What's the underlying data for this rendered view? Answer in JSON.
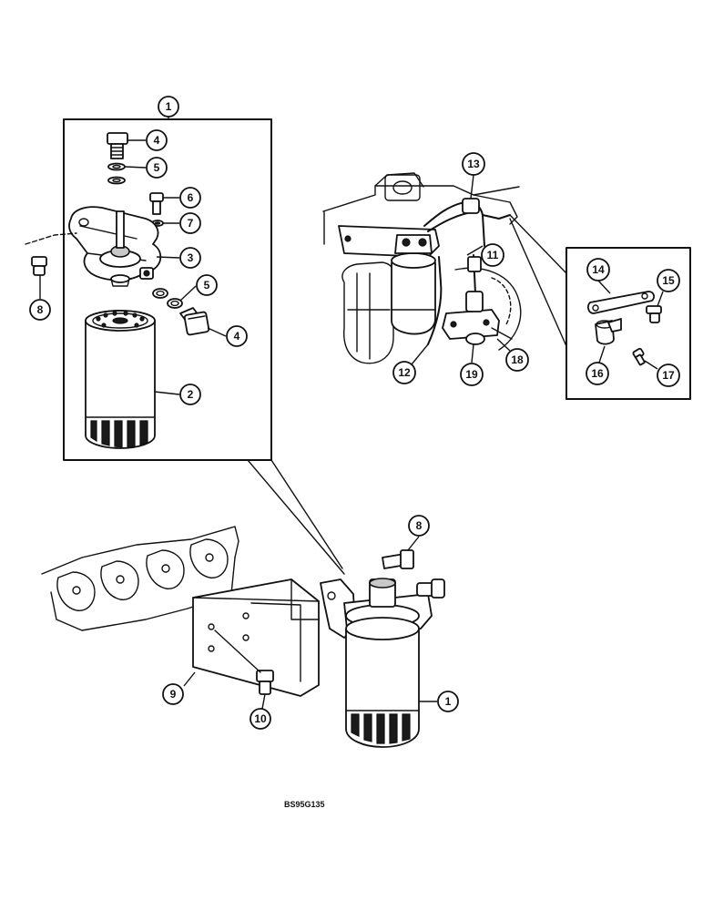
{
  "callouts": {
    "c1_top": "1",
    "c2": "2",
    "c3": "3",
    "c4_top": "4",
    "c4_bottom": "4",
    "c5_top": "5",
    "c5_bottom": "5",
    "c6": "6",
    "c7": "7",
    "c8_left": "8",
    "c8_lower": "8",
    "c9": "9",
    "c10": "10",
    "c11": "11",
    "c12": "12",
    "c13": "13",
    "c14": "14",
    "c15": "15",
    "c16": "16",
    "c17": "17",
    "c18": "18",
    "c19": "19",
    "c1_lower": "1"
  },
  "figure_code": "BS95G135"
}
